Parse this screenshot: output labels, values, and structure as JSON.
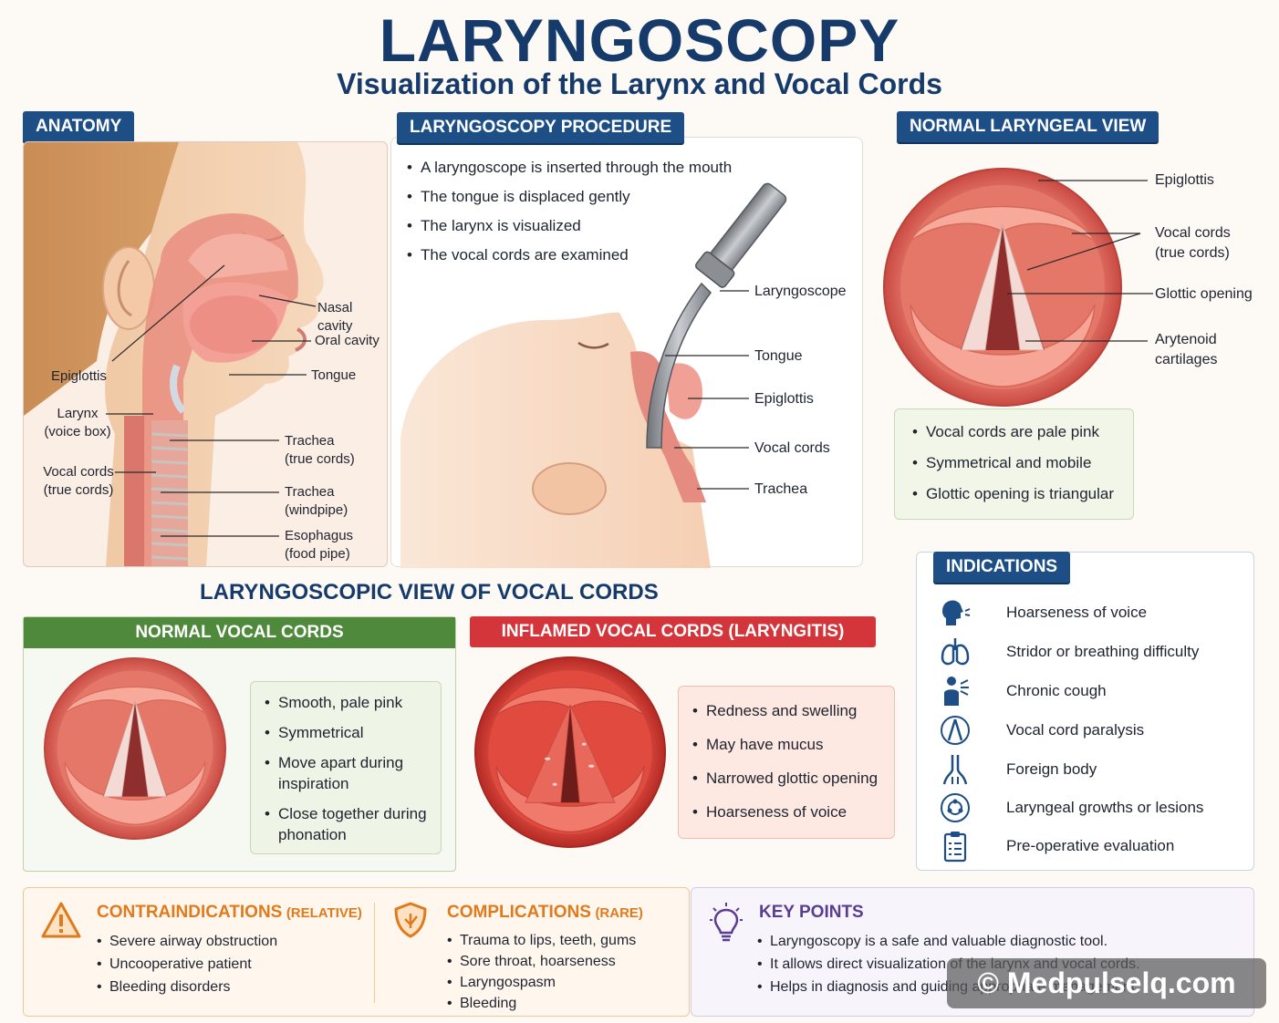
{
  "header": {
    "title": "LARYNGOSCOPY",
    "subtitle": "Visualization of the Larynx and Vocal Cords"
  },
  "anatomy": {
    "tag": "ANATOMY",
    "labels": {
      "nasal_cavity": "Nasal cavity",
      "oral_cavity": "Oral cavity",
      "tongue": "Tongue",
      "epiglottis": "Epiglottis",
      "larynx": "Larynx",
      "larynx_sub": "(voice box)",
      "vocal_cords": "Vocal cords",
      "vocal_cords_sub": "(true cords)",
      "trachea_a": "Trachea",
      "trachea_a_sub": "(true cords)",
      "trachea_b": "Trachea",
      "trachea_b_sub": "(windpipe)",
      "esophagus": "Esophagus",
      "esophagus_sub": "(food pipe)"
    }
  },
  "procedure": {
    "tag": "LARYNGOSCOPY PROCEDURE",
    "steps": [
      "A laryngoscope is inserted through the mouth",
      "The tongue is displaced gently",
      "The larynx is visualized",
      "The vocal cords are examined"
    ],
    "labels": {
      "laryngoscope": "Laryngoscope",
      "tongue": "Tongue",
      "epiglottis": "Epiglottis",
      "vocal_cords": "Vocal cords",
      "trachea": "Trachea"
    }
  },
  "normal_view": {
    "tag": "NORMAL LARYNGEAL VIEW",
    "labels": {
      "epiglottis": "Epiglottis",
      "vocal_cords": "Vocal cords",
      "vocal_cords_sub": "(true cords)",
      "glottic_opening": "Glottic opening",
      "arytenoid": "Arytenoid",
      "arytenoid_sub": "cartilages"
    },
    "points": [
      "Vocal cords are pale pink",
      "Symmetrical and mobile",
      "Glottic opening is triangular"
    ]
  },
  "indications": {
    "tag": "INDICATIONS",
    "items": [
      {
        "icon": "speaking-head-icon",
        "text": "Hoarseness of voice"
      },
      {
        "icon": "lungs-icon",
        "text": "Stridor or breathing difficulty"
      },
      {
        "icon": "coughing-person-icon",
        "text": "Chronic cough"
      },
      {
        "icon": "vocal-cords-icon",
        "text": "Vocal cord paralysis"
      },
      {
        "icon": "airway-icon",
        "text": "Foreign body"
      },
      {
        "icon": "growth-icon",
        "text": "Laryngeal growths or lesions"
      },
      {
        "icon": "clipboard-icon",
        "text": "Pre-operative evaluation"
      }
    ]
  },
  "laryngoscopic_view": {
    "heading": "LARYNGOSCOPIC VIEW OF VOCAL CORDS",
    "normal": {
      "tag": "NORMAL VOCAL CORDS",
      "points": [
        "Smooth, pale pink",
        "Symmetrical",
        "Move apart during inspiration",
        "Close together during phonation"
      ]
    },
    "inflamed": {
      "tag": "INFLAMED VOCAL CORDS (LARYNGITIS)",
      "points": [
        "Redness and swelling",
        "May have mucus",
        "Narrowed glottic opening",
        "Hoarseness of voice"
      ]
    }
  },
  "contraindications": {
    "title": "CONTRAINDICATIONS",
    "qualifier": "(RELATIVE)",
    "items": [
      "Severe airway obstruction",
      "Uncooperative patient",
      "Bleeding disorders"
    ]
  },
  "complications": {
    "title": "COMPLICATIONS",
    "qualifier": "(RARE)",
    "items": [
      "Trauma to lips, teeth, gums",
      "Sore throat, hoarseness",
      "Laryngospasm",
      "Bleeding"
    ]
  },
  "key_points": {
    "title": "KEY POINTS",
    "items": [
      "Laryngoscopy is a safe and valuable diagnostic tool.",
      "It allows direct visualization of the larynx and vocal cords.",
      "Helps in diagnosis and guiding appropriate management."
    ]
  },
  "watermark": "© Medpulselq.com",
  "colors": {
    "navy": "#163b6b",
    "tag_blue": "#1d4f86",
    "green": "#4f8a3c",
    "red": "#d3353a",
    "orange": "#e07a1c",
    "purple": "#5b3d8f"
  }
}
